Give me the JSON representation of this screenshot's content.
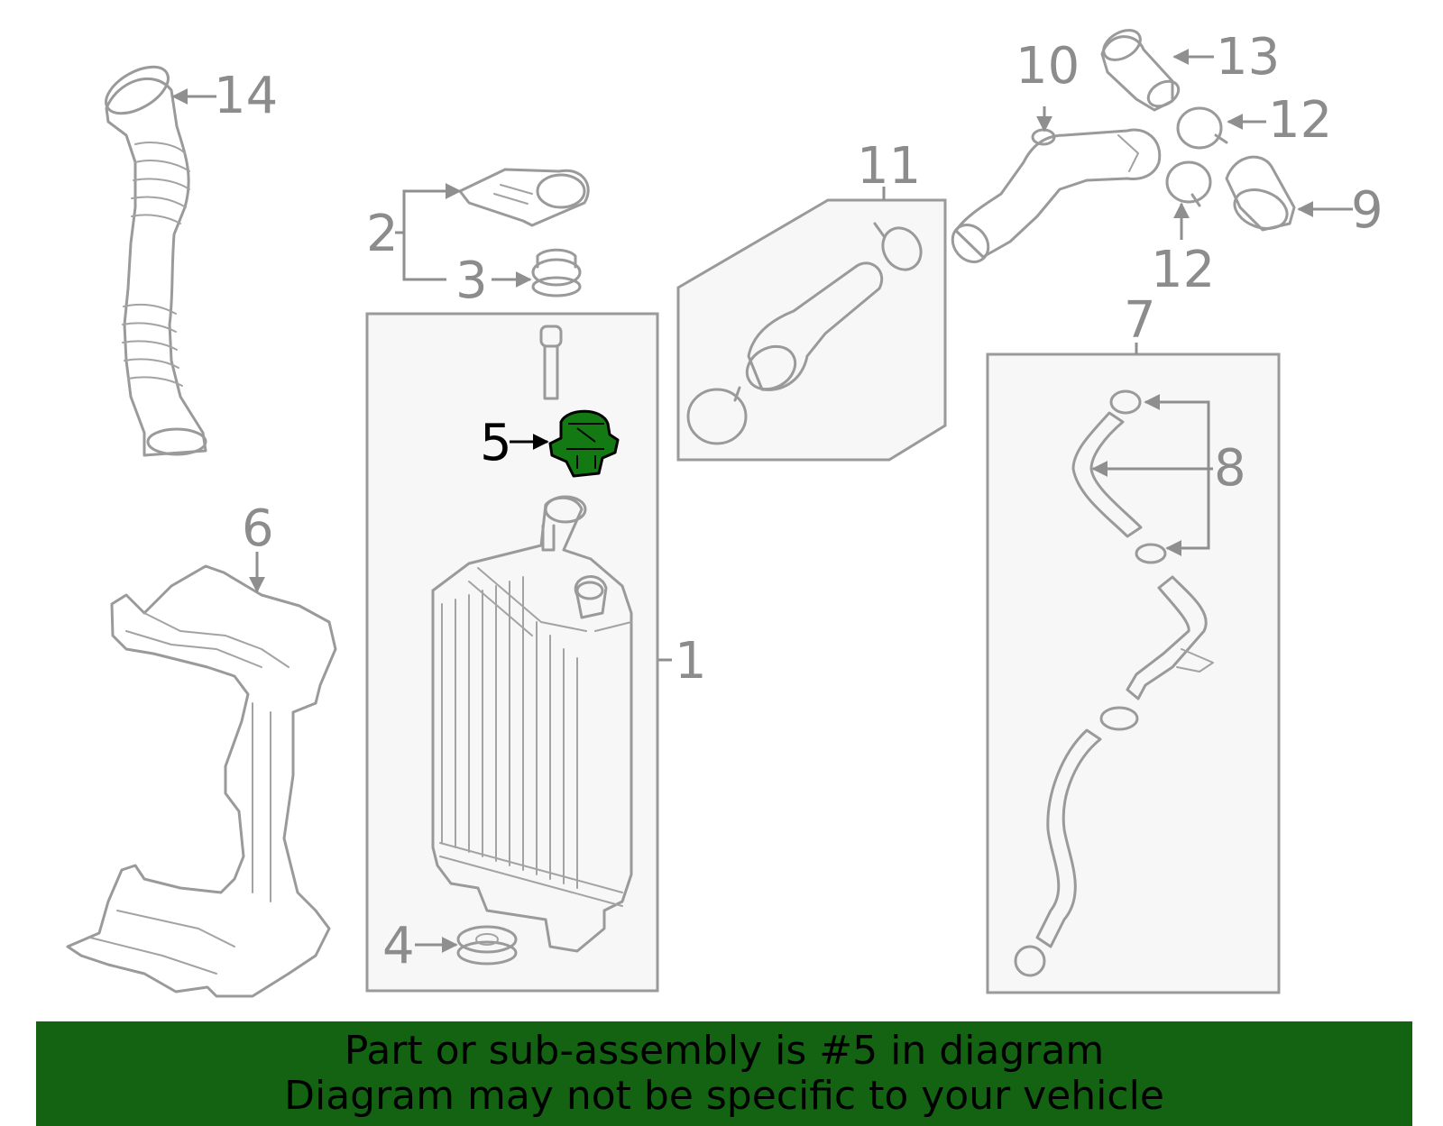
{
  "callouts": {
    "c1": "1",
    "c2": "2",
    "c3": "3",
    "c4": "4",
    "c5": "5",
    "c6": "6",
    "c7": "7",
    "c8": "8",
    "c9": "9",
    "c10": "10",
    "c11": "11",
    "c12a": "12",
    "c12b": "12",
    "c13": "13",
    "c14": "14"
  },
  "highlighted_part": "5",
  "colors": {
    "highlight": "#137a13",
    "banner": "#136313",
    "line": "#9a9a9a"
  },
  "banner": {
    "line1": "Part or sub-assembly is #5 in diagram",
    "line2": "Diagram may not be specific to your vehicle"
  }
}
